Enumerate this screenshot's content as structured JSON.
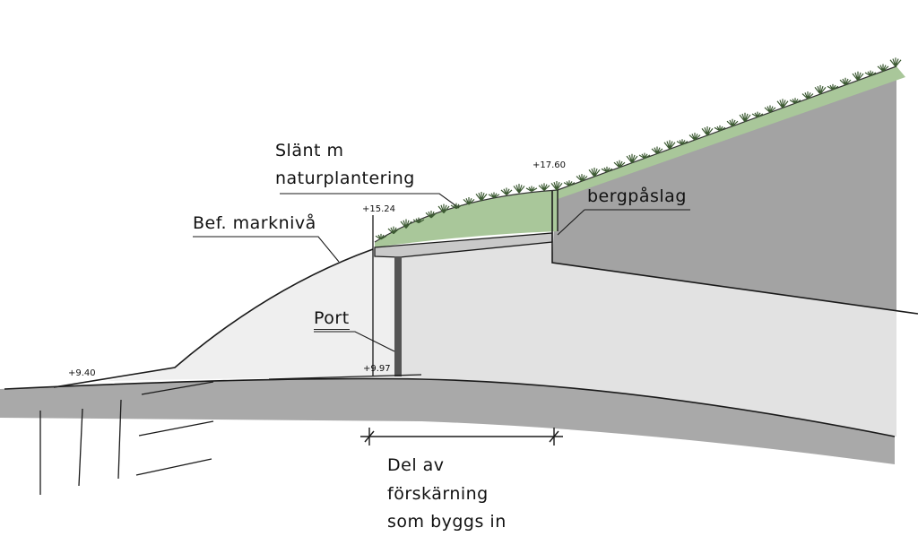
{
  "labels": {
    "slant_line1": "Slänt m",
    "slant_line2": "naturplantering",
    "bef_marknivå": "Bef. marknivå",
    "bergpaslag": "bergpåslag",
    "port": "Port",
    "del_line1": "Del av",
    "del_line2": "förskärning",
    "del_line3": "som byggs in"
  },
  "levels": {
    "lvl_1760": "+17.60",
    "lvl_1524": "+15.24",
    "lvl_997": "+9.97",
    "lvl_940": "+9.40"
  },
  "colors": {
    "ground": "#a9a9a9",
    "rock": "#a3a3a3",
    "slope_fill": "#efefef",
    "cut_fill": "#e2e2e2",
    "grass": "#a9c79a",
    "shrub": "#3c5a32",
    "line": "#1a1a1a"
  }
}
